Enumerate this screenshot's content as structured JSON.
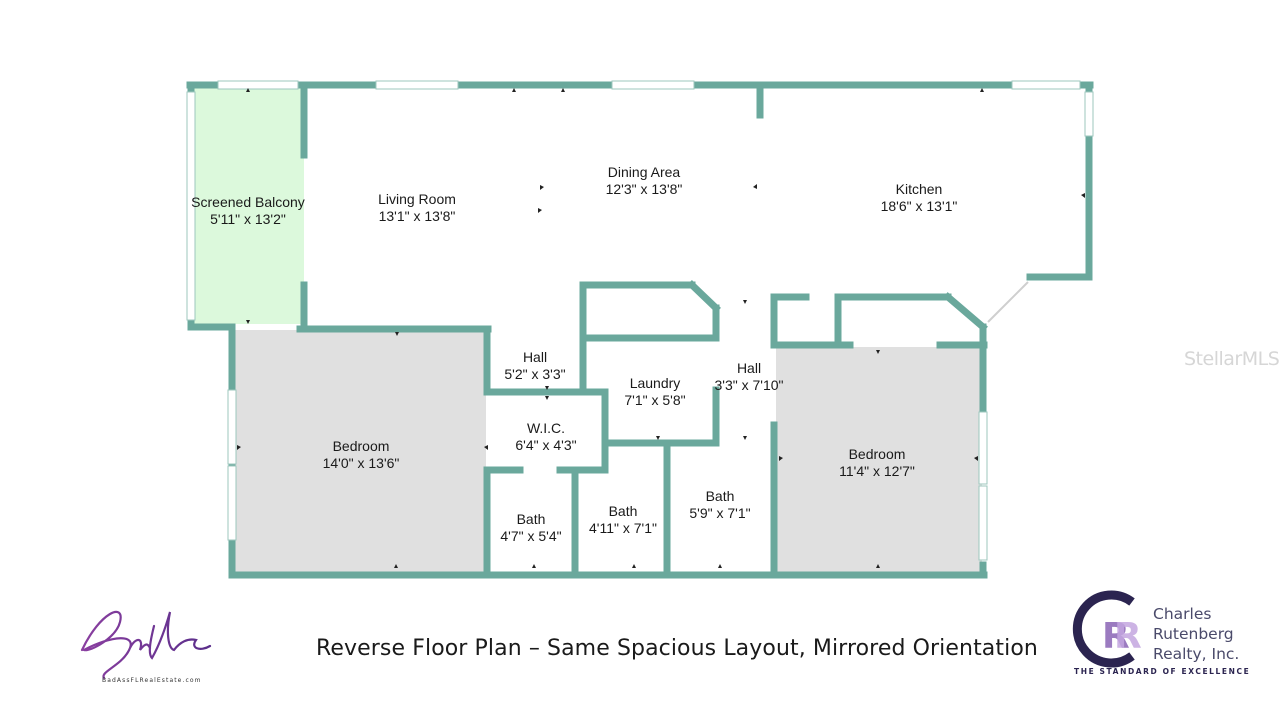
{
  "floor_plan": {
    "rooms": [
      {
        "id": "screened-balcony",
        "name": "Screened Balcony",
        "dims": "5'11\" x 13'2\""
      },
      {
        "id": "living-room",
        "name": "Living Room",
        "dims": "13'1\" x 13'8\""
      },
      {
        "id": "dining-area",
        "name": "Dining Area",
        "dims": "12'3\" x 13'8\""
      },
      {
        "id": "kitchen",
        "name": "Kitchen",
        "dims": "18'6\" x 13'1\""
      },
      {
        "id": "hall-west",
        "name": "Hall",
        "dims": "5'2\" x 3'3\""
      },
      {
        "id": "laundry",
        "name": "Laundry",
        "dims": "7'1\" x 5'8\""
      },
      {
        "id": "hall-east",
        "name": "Hall",
        "dims": "3'3\" x 7'10\""
      },
      {
        "id": "wic",
        "name": "W.I.C.",
        "dims": "6'4\" x 4'3\""
      },
      {
        "id": "bedroom-west",
        "name": "Bedroom",
        "dims": "14'0\" x 13'6\""
      },
      {
        "id": "bedroom-east",
        "name": "Bedroom",
        "dims": "11'4\" x 12'7\""
      },
      {
        "id": "bath-1",
        "name": "Bath",
        "dims": "4'7\" x 5'4\""
      },
      {
        "id": "bath-2",
        "name": "Bath",
        "dims": "4'11\" x 7'1\""
      },
      {
        "id": "bath-3",
        "name": "Bath",
        "dims": "5'9\" x 7'1\""
      }
    ],
    "colors": {
      "wall": "#6aa89c",
      "bedroom_fill": "#e0e0e0",
      "balcony_fill": "#dcf9dc",
      "window": "#ffffff"
    }
  },
  "caption": "Reverse Floor Plan – Same Spacious Layout, Mirrored Orientation",
  "watermark": "StellarMLS",
  "agent_logo": {
    "signature": "BadAss",
    "site": "BadAssFLRealEstate.com"
  },
  "brokerage": {
    "name_lines": [
      "Charles",
      "Rutenberg",
      "Realty, Inc."
    ],
    "tagline": "THE STANDARD OF EXCELLENCE",
    "colors": {
      "primary": "#2b2450",
      "secondary": "#9b7bc0"
    }
  }
}
